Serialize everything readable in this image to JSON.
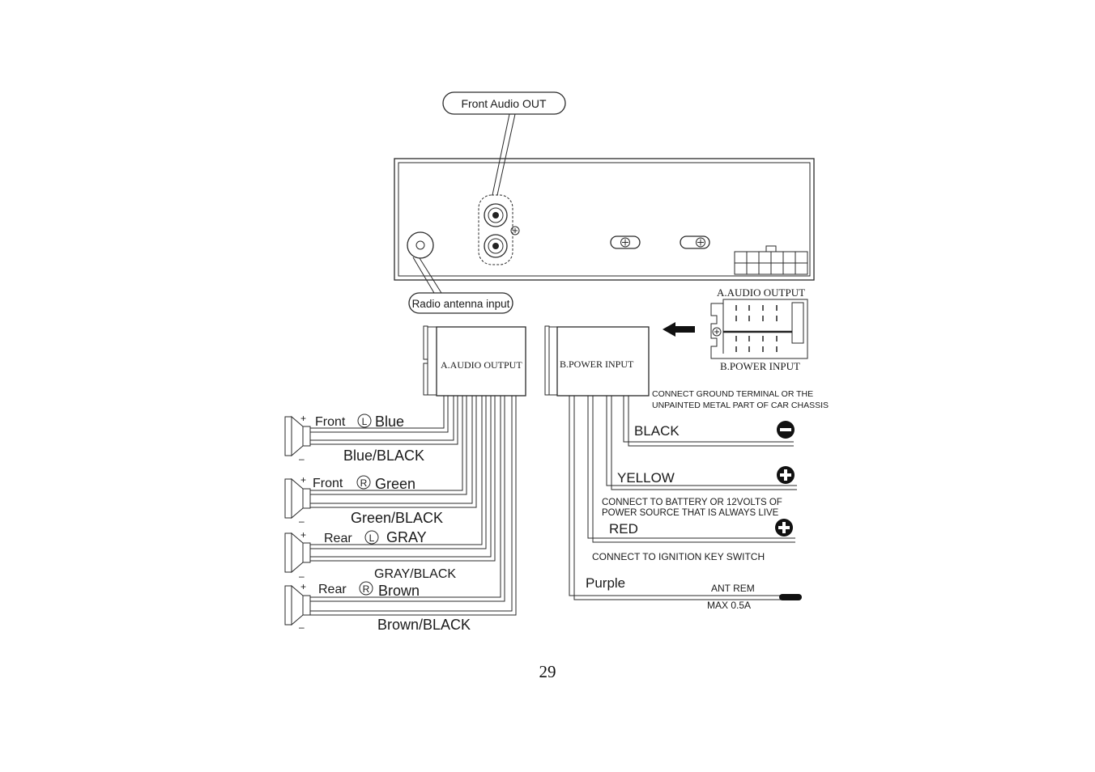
{
  "labels": {
    "front_audio_out": "Front Audio OUT",
    "radio_antenna_input": "Radio antenna input",
    "a_audio_output_side": "A.AUDIO OUTPUT",
    "b_power_input_side": "B.POWER INPUT",
    "a_audio_output_box": "A.AUDIO OUTPUT",
    "b_power_input_box": "B.POWER INPUT"
  },
  "speakers": {
    "front_left": {
      "prefix": "Front",
      "side": "L",
      "wire": "Blue",
      "neg_wire": "Blue/BLACK"
    },
    "front_right": {
      "prefix": "Front",
      "side": "R",
      "wire": "Green",
      "neg_wire": "Green/BLACK"
    },
    "rear_left": {
      "prefix": "Rear",
      "side": "L",
      "wire": "GRAY",
      "neg_wire": "GRAY/BLACK"
    },
    "rear_right": {
      "prefix": "Rear",
      "side": "R",
      "wire": "Brown",
      "neg_wire": "Brown/BLACK"
    },
    "plus": "+",
    "minus": "–"
  },
  "power": {
    "ground_note_1": "CONNECT GROUND TERMINAL OR THE",
    "ground_note_2": "UNPAINTED METAL PART OF CAR CHASSIS",
    "black": "BLACK",
    "yellow": "YELLOW",
    "battery_note_1": "CONNECT TO BATTERY OR 12VOLTS OF",
    "battery_note_2": "POWER SOURCE THAT IS ALWAYS LIVE",
    "red": "RED",
    "ignition_note": "CONNECT TO IGNITION KEY SWITCH",
    "purple": "Purple",
    "ant_rem": "ANT REM",
    "max": "MAX 0.5A"
  },
  "page_number": "29"
}
